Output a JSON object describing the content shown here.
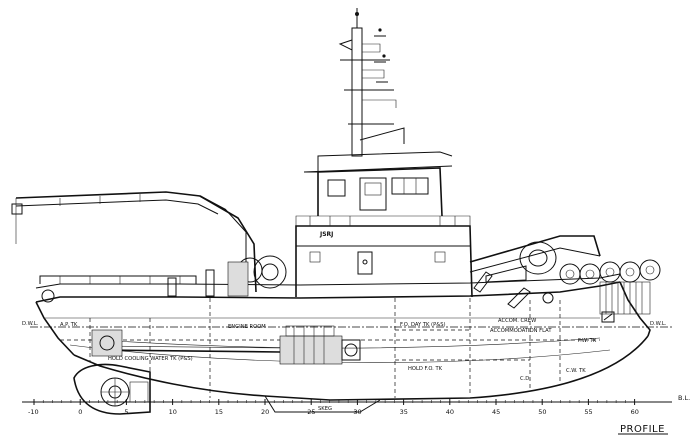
{
  "drawing": {
    "title": "PROFILE",
    "baseline_label": "B.L.",
    "waterline_label": "D.W.L.",
    "keel_label": "SKEG",
    "funnel_mark": "JSRJ",
    "frame_ticks": [
      "-10",
      "0",
      "5",
      "10",
      "15",
      "20",
      "25",
      "30",
      "35",
      "40",
      "45",
      "50",
      "55",
      "60"
    ]
  },
  "labels": {
    "engine_room": "ENGINE ROOM",
    "fo_day_tank": "F.O. DAY TK (P&S)",
    "accommodation_crew": "ACCOM. CREW",
    "accommodation_flat": "ACCOMMODATION FLAT",
    "hold_cooling_water": "HOLD COOLING WATER TK (P&S)",
    "hold_fo_tank": "HOLD F.O. TK",
    "fresh_water_tank": "F.W. TK",
    "cw_tank": "C.W. TK",
    "cofferdam": "C.D.",
    "aft_peak": "A.P. TK"
  }
}
